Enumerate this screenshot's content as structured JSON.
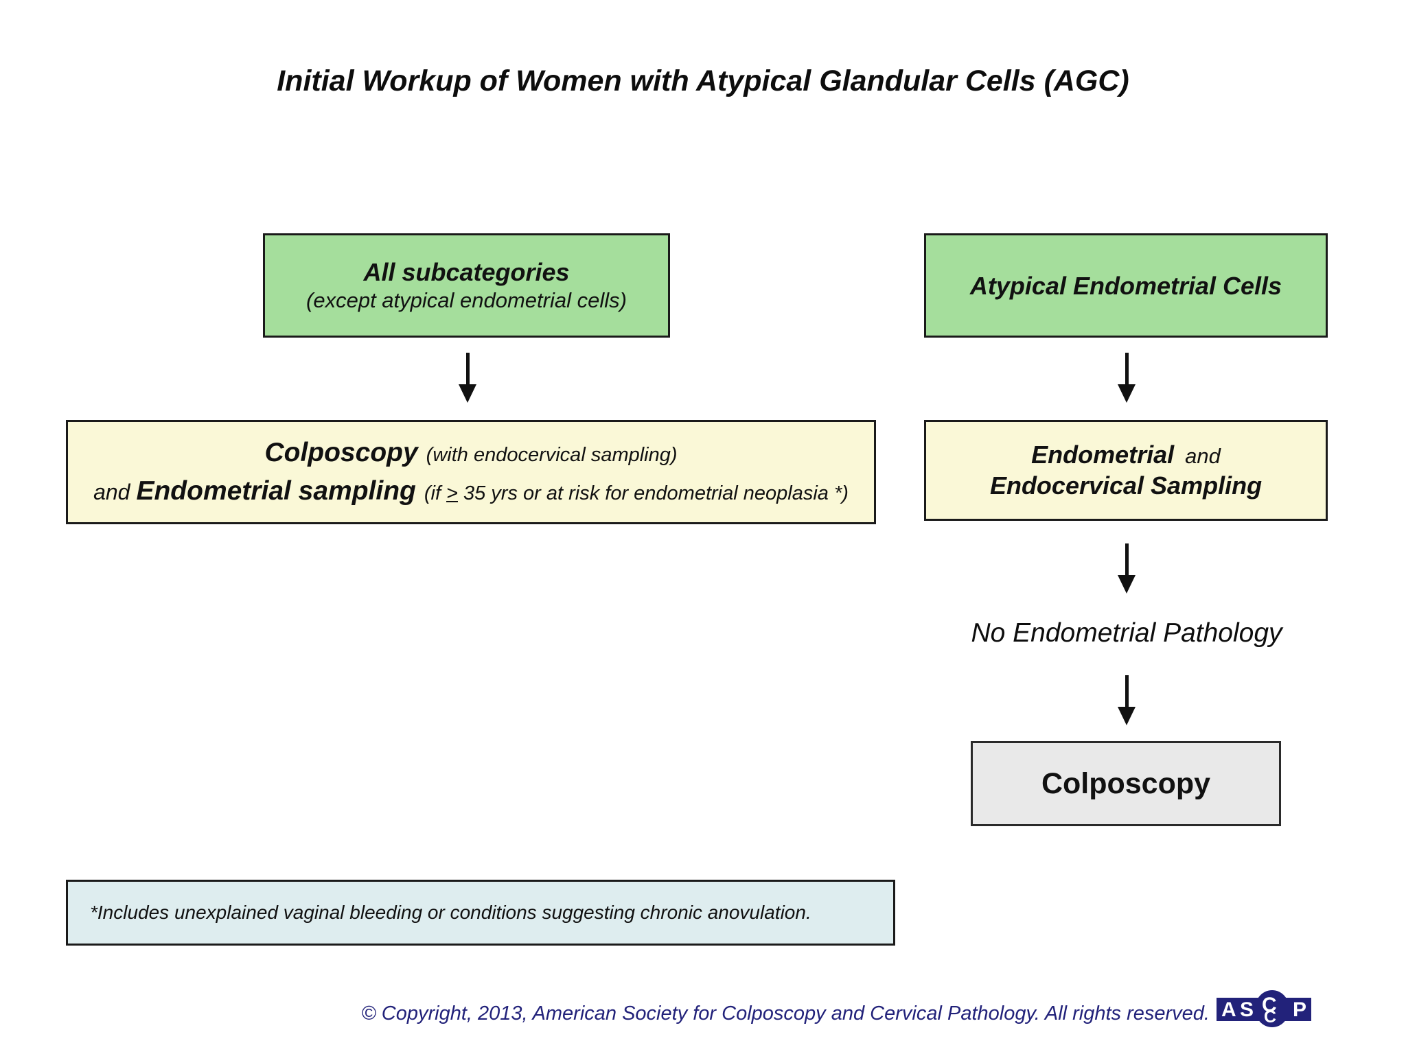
{
  "title": "Initial Workup of Women with Atypical Glandular Cells (AGC)",
  "colors": {
    "box_green": "#a5de9c",
    "box_yellow": "#faf8d7",
    "box_gray": "#e9e9e9",
    "footnote_blue": "#deedef",
    "navy": "#22227a",
    "border": "#1a1a1a"
  },
  "left_column": {
    "top_box": {
      "line1": "All subcategories",
      "line2": "(except atypical endometrial cells)"
    },
    "action_box": {
      "colposcopy": "Colposcopy",
      "colposcopy_note": "(with endocervical sampling)",
      "and_word": "and",
      "sampling": "Endometrial sampling",
      "condition_pre": "(if",
      "gte_symbol": ">",
      "condition_post": "35 yrs or at risk for endometrial neoplasia *)"
    }
  },
  "right_column": {
    "top_box": {
      "label": "Atypical Endometrial Cells"
    },
    "action_box": {
      "bold1": "Endometrial",
      "and_word": "and",
      "bold2": "Endocervical Sampling"
    },
    "result_label": "No Endometrial Pathology",
    "final_box": {
      "label": "Colposcopy"
    }
  },
  "footnote": "*Includes unexplained vaginal bleeding or conditions suggesting chronic anovulation.",
  "footer": {
    "copyright": "© Copyright, 2013, American Society for Colposcopy and Cervical Pathology.  All rights reserved.",
    "logo_letters": {
      "a": "A",
      "s": "S",
      "c1": "C",
      "c2": "C",
      "p": "P"
    }
  }
}
